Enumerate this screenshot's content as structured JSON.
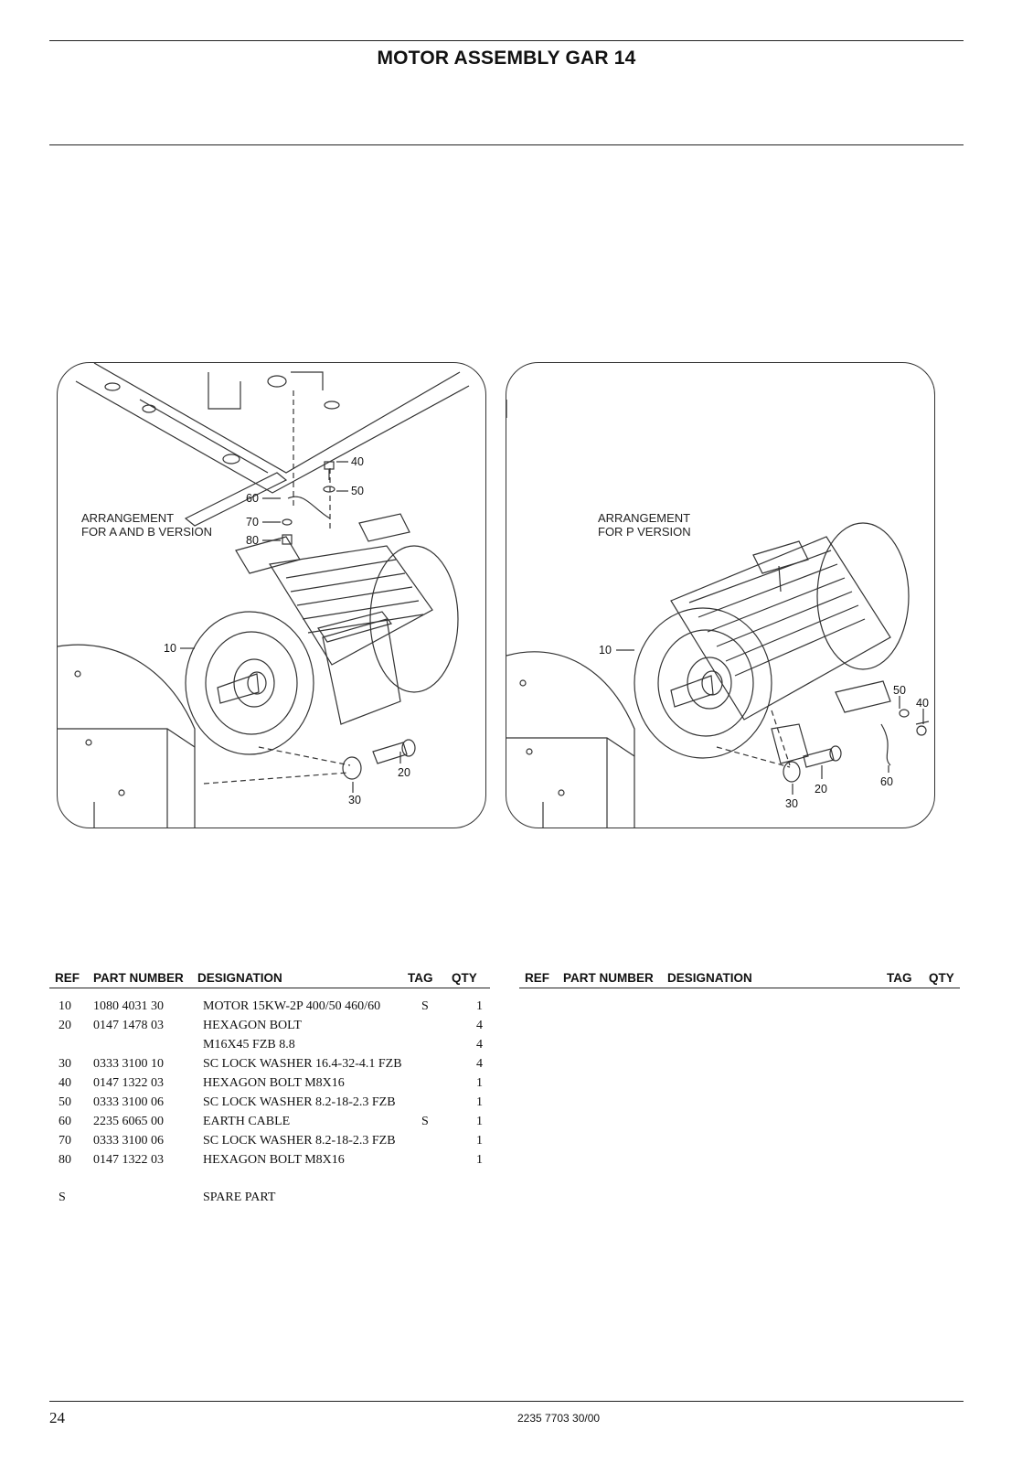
{
  "header": {
    "title": "MOTOR ASSEMBLY GAR 14"
  },
  "figures": {
    "left": {
      "label_line1": "ARRANGEMENT",
      "label_line2": "FOR A AND B VERSION",
      "callouts": {
        "c40": "40",
        "c50": "50",
        "c60": "60",
        "c70": "70",
        "c80": "80",
        "c10": "10",
        "c20": "20",
        "c30": "30"
      }
    },
    "right": {
      "label_line1": "ARRANGEMENT",
      "label_line2": "FOR P VERSION",
      "callouts": {
        "c10": "10",
        "c50": "50",
        "c40": "40",
        "c60": "60",
        "c20": "20",
        "c30": "30"
      }
    }
  },
  "parts_table": {
    "headers": {
      "ref": "REF",
      "part_number": "PART NUMBER",
      "designation": "DESIGNATION",
      "tag": "TAG",
      "qty": "QTY"
    },
    "rows": [
      {
        "ref": "10",
        "part_number": "1080 4031 30",
        "designation": "MOTOR 15KW-2P 400/50 460/60",
        "tag": "S",
        "qty": "1"
      },
      {
        "ref": "20",
        "part_number": "0147 1478 03",
        "designation": "HEXAGON BOLT",
        "tag": "",
        "qty": "4"
      },
      {
        "ref": "",
        "part_number": "",
        "designation": "M16X45  FZB 8.8",
        "tag": "",
        "qty": "4"
      },
      {
        "ref": "30",
        "part_number": "0333 3100 10",
        "designation": "SC LOCK WASHER 16.4-32-4.1 FZB",
        "tag": "",
        "qty": "4"
      },
      {
        "ref": "40",
        "part_number": "0147 1322 03",
        "designation": "HEXAGON BOLT M8X16",
        "tag": "",
        "qty": "1"
      },
      {
        "ref": "50",
        "part_number": "0333 3100 06",
        "designation": "SC LOCK WASHER 8.2-18-2.3 FZB",
        "tag": "",
        "qty": "1"
      },
      {
        "ref": "60",
        "part_number": "2235 6065 00",
        "designation": "EARTH CABLE",
        "tag": "S",
        "qty": "1"
      },
      {
        "ref": "70",
        "part_number": "0333 3100 06",
        "designation": "SC LOCK WASHER 8.2-18-2.3 FZB",
        "tag": "",
        "qty": "1"
      },
      {
        "ref": "80",
        "part_number": "0147 1322 03",
        "designation": "HEXAGON BOLT M8X16",
        "tag": "",
        "qty": "1"
      }
    ],
    "note": {
      "code": "S",
      "text": "SPARE PART"
    }
  },
  "footer": {
    "page_number": "24",
    "doc_number": "2235 7703 30/00"
  }
}
